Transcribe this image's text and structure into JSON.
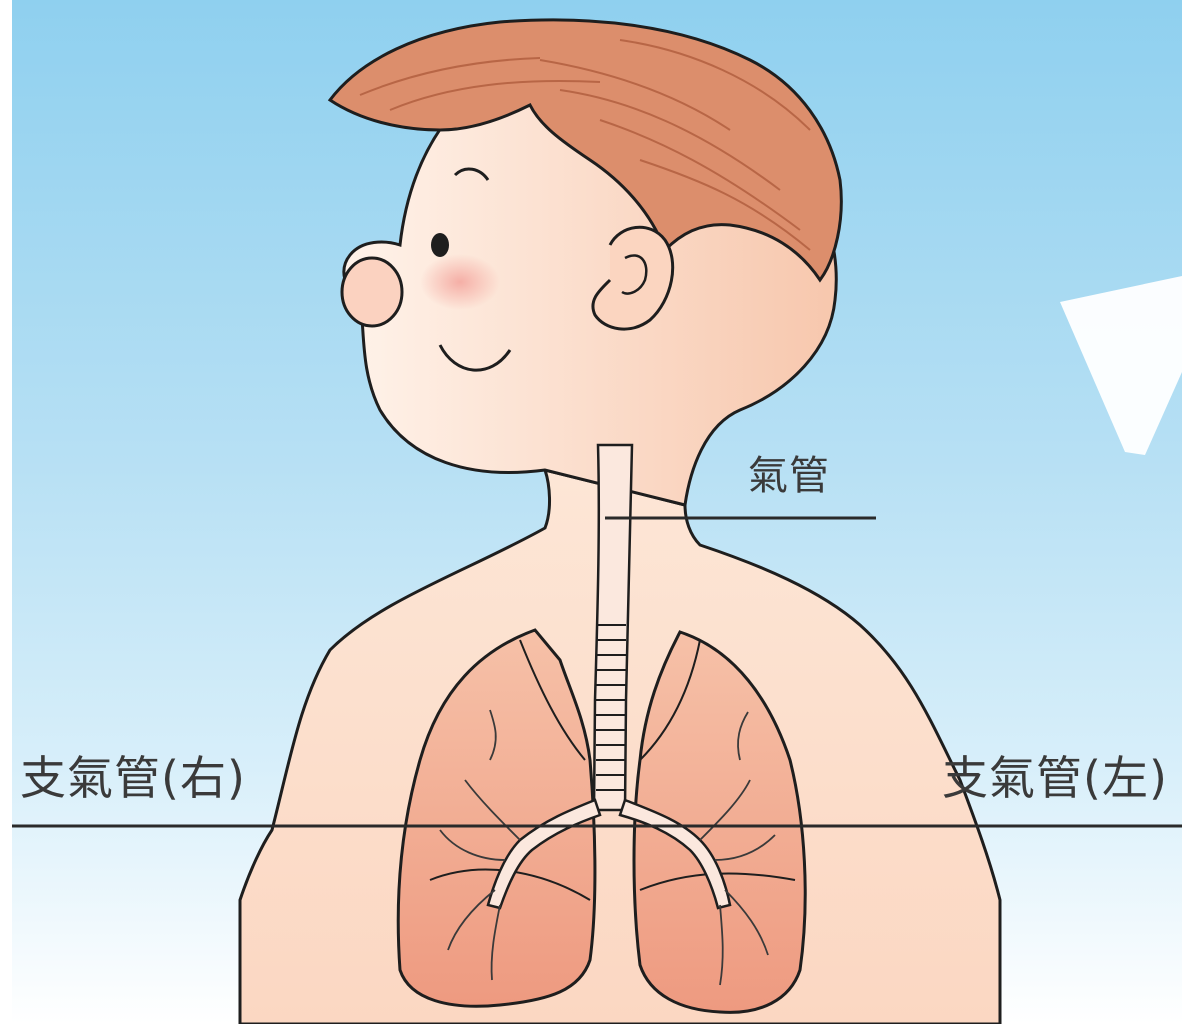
{
  "labels": {
    "trachea": "氣管",
    "bronchus_right": "支氣管(右)",
    "bronchus_left": "支氣管(左)"
  },
  "colors": {
    "sky_top": "#8fd0ef",
    "sky_bottom": "#ffffff",
    "skin": "#fbe3d2",
    "hair": "#d98c6a",
    "lung": "#f2a88f",
    "outline": "#1e1e1e"
  }
}
